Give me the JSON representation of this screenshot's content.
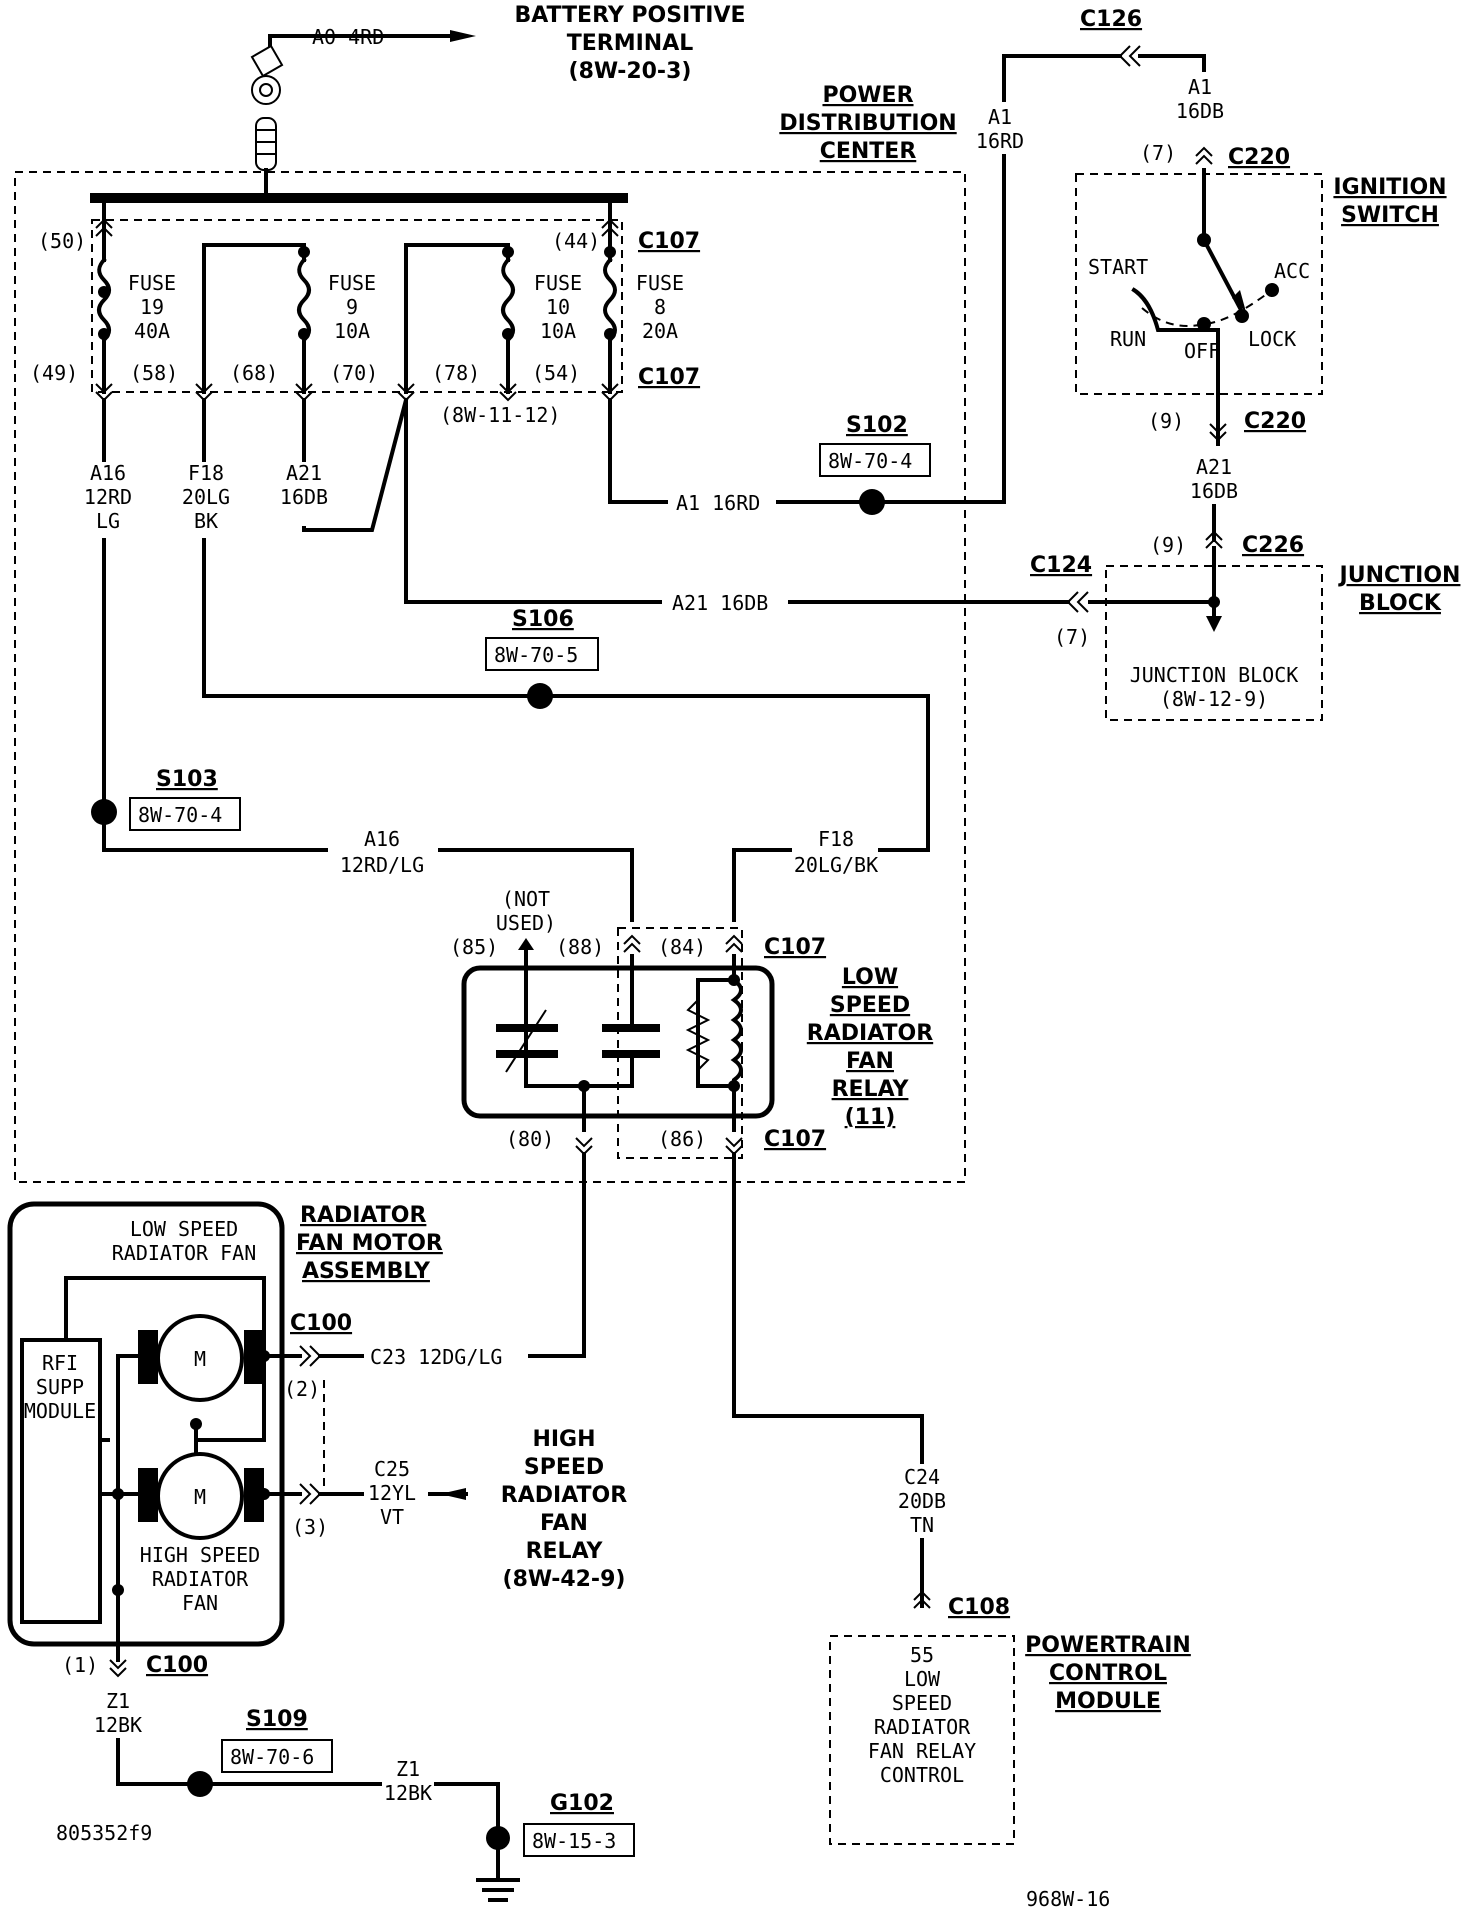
{
  "battery": {
    "wire": "A0 4RD",
    "l1": "BATTERY POSITIVE",
    "l2": "TERMINAL",
    "l3": "(8W-20-3)"
  },
  "pdc": {
    "l1": "POWER",
    "l2": "DISTRIBUTION",
    "l3": "CENTER"
  },
  "pins": {
    "p50": "(50)",
    "p49": "(49)",
    "p58": "(58)",
    "p68": "(68)",
    "p70": "(70)",
    "p78": "(78)",
    "p54": "(54)",
    "p44": "(44)",
    "ref1112": "(8W-11-12)"
  },
  "connectors": {
    "c107": "C107",
    "c126": "C126",
    "c220": "C220",
    "c226": "C226",
    "c124": "C124",
    "c100": "C100",
    "c108": "C108"
  },
  "fuses": [
    {
      "l1": "FUSE",
      "l2": "19",
      "l3": "40A"
    },
    {
      "l1": "FUSE",
      "l2": "9",
      "l3": "10A"
    },
    {
      "l1": "FUSE",
      "l2": "10",
      "l3": "10A"
    },
    {
      "l1": "FUSE",
      "l2": "8",
      "l3": "20A"
    }
  ],
  "wires": {
    "a16_a": "A16",
    "a16_b": "12RD",
    "a16_c": "LG",
    "f18_a": "F18",
    "f18_b": "20LG",
    "f18_c": "BK",
    "a21_a": "A21",
    "a21_b": "16DB",
    "a1": "A1 16RD",
    "a1v_a": "A1",
    "a1v_b": "16RD",
    "a1r_a": "A1",
    "a1r_b": "16DB",
    "a21r_a": "A21",
    "a21r_b": "16DB",
    "a21h": "A21 16DB",
    "a16h_a": "A16",
    "a16h_b": "12RD/LG",
    "f18h_a": "F18",
    "f18h_b": "20LG/BK",
    "c23": "C23 12DG/LG",
    "c25_a": "C25",
    "c25_b": "12YL",
    "c25_c": "VT",
    "c24_a": "C24",
    "c24_b": "20DB",
    "c24_c": "TN",
    "z1v_a": "Z1",
    "z1v_b": "12BK",
    "z1h_a": "Z1",
    "z1h_b": "12BK"
  },
  "splices": {
    "s102": "S102",
    "s102r": "8W-70-4",
    "s106": "S106",
    "s106r": "8W-70-5",
    "s103": "S103",
    "s103r": "8W-70-4",
    "s109": "S109",
    "s109r": "8W-70-6",
    "g102": "G102",
    "g102r": "8W-15-3"
  },
  "ignition": {
    "t1": "IGNITION",
    "t2": "SWITCH",
    "start": "START",
    "acc": "ACC",
    "run": "RUN",
    "off": "OFF",
    "lock": "LOCK",
    "p7": "(7)",
    "p9": "(9)"
  },
  "junction": {
    "t1": "JUNCTION",
    "t2": "BLOCK",
    "inner1": "JUNCTION BLOCK",
    "inner2": "(8W-12-9)",
    "p9": "(9)",
    "p7": "(7)"
  },
  "relay": {
    "notused1": "(NOT",
    "notused2": "USED)",
    "p85": "(85)",
    "p88": "(88)",
    "p84": "(84)",
    "p80": "(80)",
    "p86": "(86)",
    "t1": "LOW",
    "t2": "SPEED",
    "t3": "RADIATOR",
    "t4": "FAN",
    "t5": "RELAY",
    "t6": "(11)"
  },
  "fan": {
    "t1": "RADIATOR",
    "t2": "FAN MOTOR",
    "t3": "ASSEMBLY",
    "low1": "LOW SPEED",
    "low2": "RADIATOR FAN",
    "high1": "HIGH SPEED",
    "high2": "RADIATOR",
    "high3": "FAN",
    "rfi1": "RFI",
    "rfi2": "SUPP",
    "rfi3": "MODULE",
    "m": "M",
    "p1": "(1)",
    "p2": "(2)",
    "p3": "(3)"
  },
  "hsrelay": {
    "l1": "HIGH",
    "l2": "SPEED",
    "l3": "RADIATOR",
    "l4": "FAN",
    "l5": "RELAY",
    "l6": "(8W-42-9)"
  },
  "pcm": {
    "t1": "POWERTRAIN",
    "t2": "CONTROL",
    "t3": "MODULE",
    "i1": "55",
    "i2": "LOW",
    "i3": "SPEED",
    "i4": "RADIATOR",
    "i5": "FAN RELAY",
    "i6": "CONTROL"
  },
  "footer": {
    "left": "805352f9",
    "right": "968W-16"
  }
}
